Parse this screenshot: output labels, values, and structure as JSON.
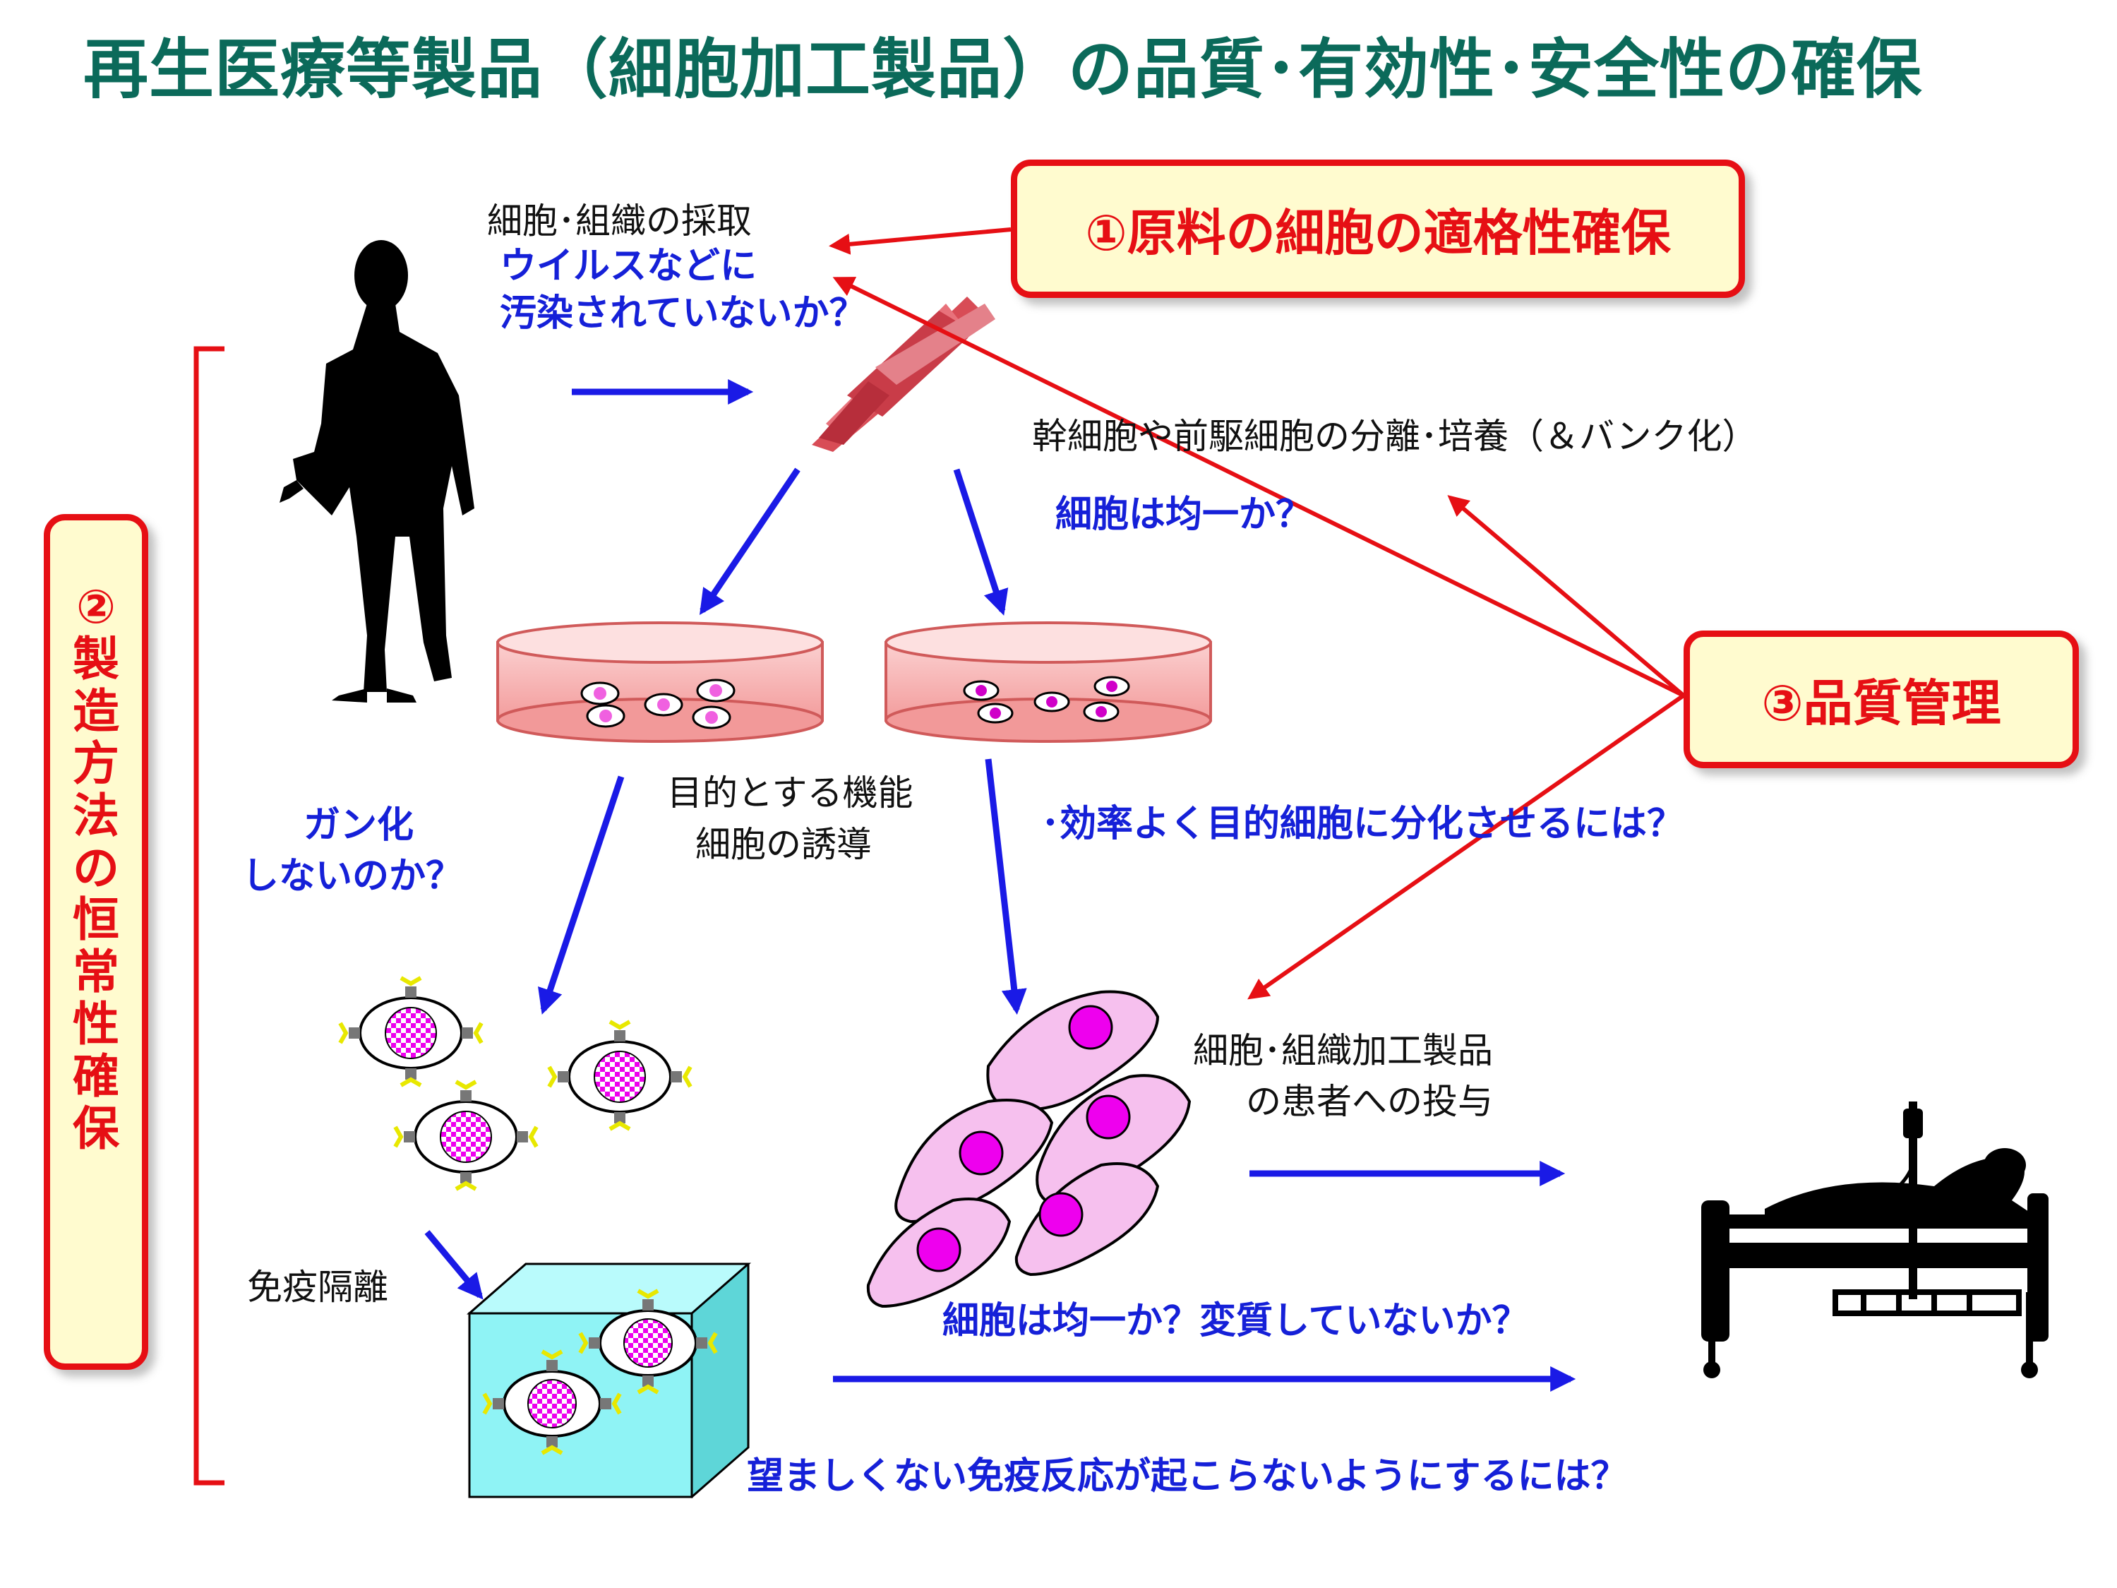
{
  "title": "再生医療等製品（細胞加工製品）の品質･有効性･安全性の確保",
  "boxes": {
    "box1": "①原料の細胞の適格性確保",
    "box2_chars": [
      "②",
      "製",
      "造",
      "方",
      "法",
      "の",
      "恒",
      "常",
      "性",
      "確",
      "保"
    ],
    "box3": "③品質管理"
  },
  "labels": {
    "harvest": "細胞･組織の採取",
    "virus_line1": "ウイルスなどに",
    "virus_line2": "汚染されていないか？",
    "isolation": "幹細胞や前駆細胞の分離･培養（＆バンク化）",
    "uniform1": "細胞は均一か？",
    "induction_line1": "目的とする機能",
    "induction_line2": "細胞の誘導",
    "cancer_line1": "ガン化",
    "cancer_line2": "しないのか？",
    "differentiate": "･効率よく目的細胞に分化させるには？",
    "admin_line1": "細胞･組織加工製品",
    "admin_line2": "の患者への投与",
    "immuno_isolation": "免疫隔離",
    "uniform2": "細胞は均一か？変質していないか？",
    "immune_reaction": "望ましくない免疫反応が起こらないようにするには？"
  },
  "colors": {
    "title": "#0b6a5a",
    "red": "#e60f14",
    "blue_text": "#1520d8",
    "box_fill": "#fffbcf",
    "cube": "#8ff3f5",
    "dish": "#f7b2b2",
    "cell_nucleus": "#ee00ee",
    "cell_body": "#f6c0ee"
  }
}
